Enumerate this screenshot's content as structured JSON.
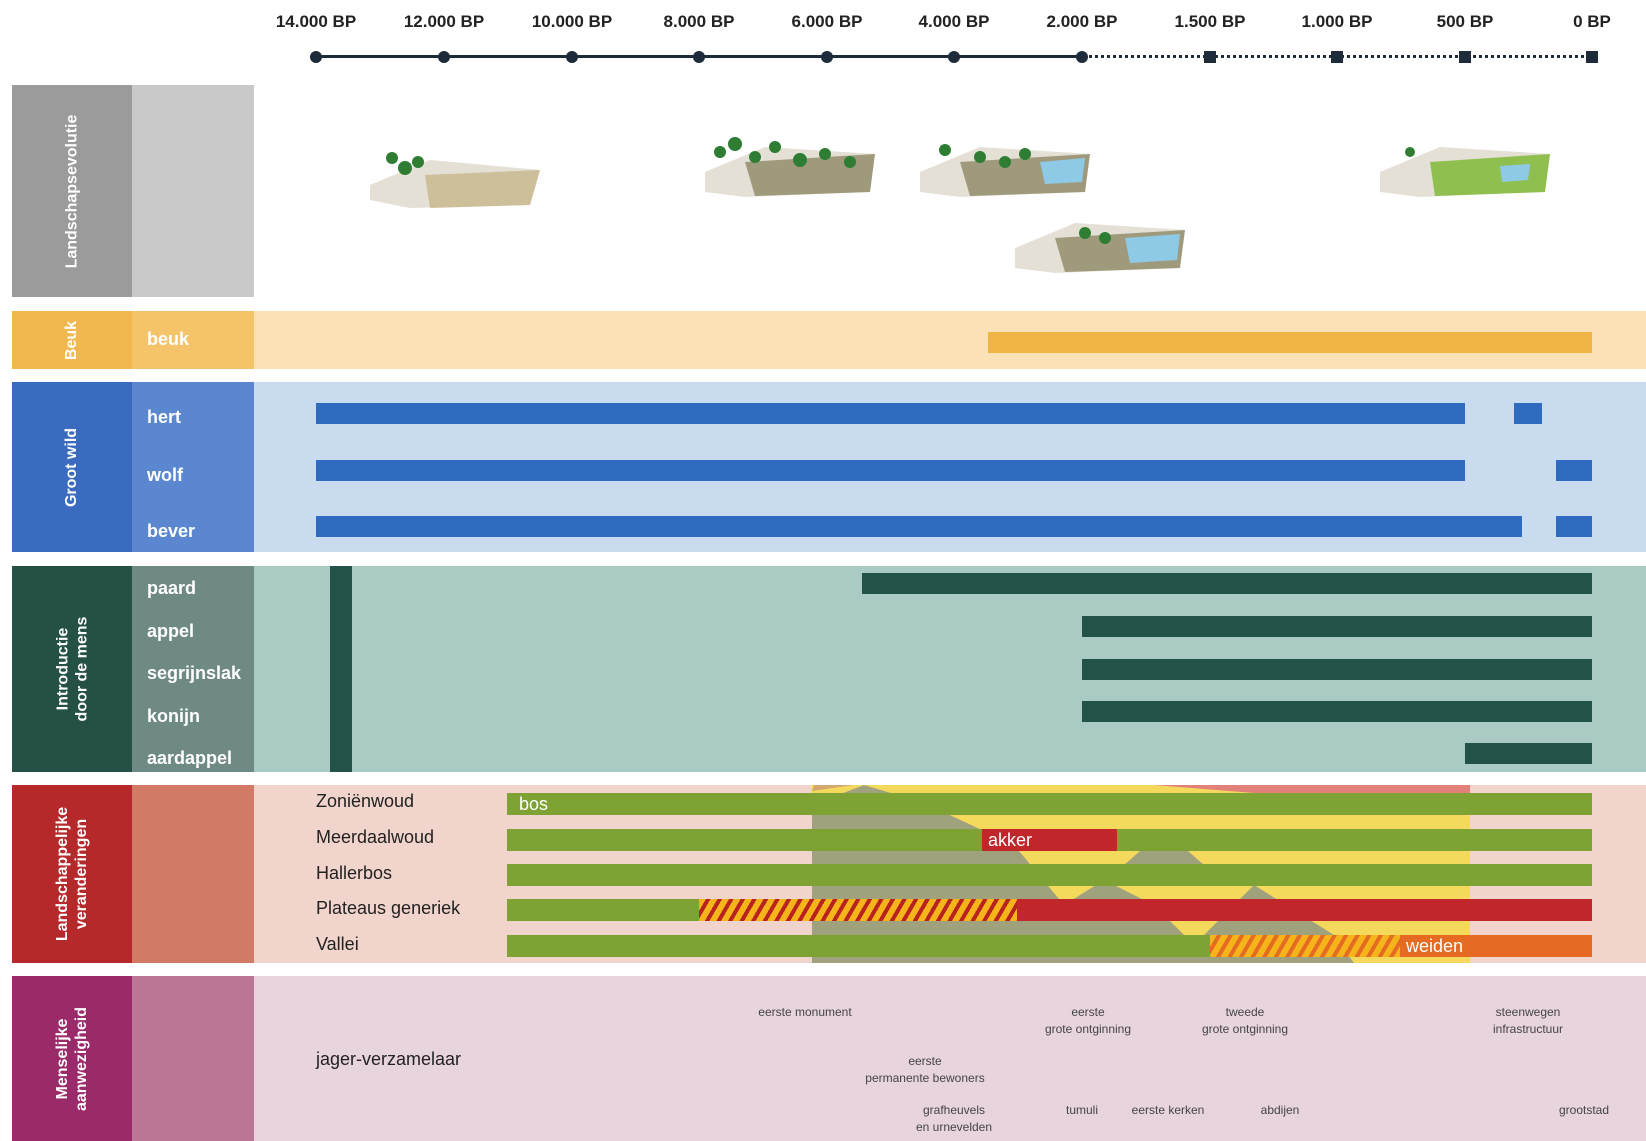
{
  "timeline": {
    "ticks": [
      "14.000 BP",
      "12.000 BP",
      "10.000 BP",
      "8.000 BP",
      "6.000 BP",
      "4.000 BP",
      "2.000 BP",
      "1.500 BP",
      "1.000 BP",
      "500 BP",
      "0 BP"
    ]
  },
  "sections": {
    "landschap": {
      "title": "Landschapsevolutie"
    },
    "beuk": {
      "title": "Beuk",
      "rows": [
        "beuk"
      ]
    },
    "wild": {
      "title": "Groot wild",
      "rows": [
        "hert",
        "wolf",
        "bever"
      ]
    },
    "intro": {
      "title_line1": "Introductie",
      "title_line2": "door de mens",
      "rows": [
        "paard",
        "appel",
        "segrijnslak",
        "konijn",
        "aardappel"
      ]
    },
    "lands": {
      "title_line1": "Landschappelijke",
      "title_line2": "veranderingen",
      "rows": [
        "Zoniënwoud",
        "Meerdaalwoud",
        "Hallerbos",
        "Plateaus generiek",
        "Vallei"
      ],
      "labels": {
        "bos": "bos",
        "akker": "akker",
        "weiden": "weiden"
      }
    },
    "mens": {
      "title_line1": "Menselijke",
      "title_line2": "aanwezigheid",
      "main": "jager-verzamelaar",
      "notes": {
        "monument": "eerste monument",
        "ontginning1_a": "eerste",
        "ontginning1_b": "grote ontginning",
        "ontginning2_a": "tweede",
        "ontginning2_b": "grote ontginning",
        "steen_a": "steenwegen",
        "steen_b": "infrastructuur",
        "perm_a": "eerste",
        "perm_b": "permanente bewoners",
        "graf_a": "grafheuvels",
        "graf_b": "en urnevelden",
        "tumuli": "tumuli",
        "kerken": "eerste kerken",
        "abdijen": "abdijen",
        "grootstad": "grootstad"
      }
    }
  },
  "colors": {
    "timeline": "#1d2b3a",
    "grey_dark": "#9b9b9b",
    "grey_light": "#c9c9c9",
    "beuk_dark": "#f0b84f",
    "beuk_light": "#fbe1b6",
    "beuk_bar": "#f1b546",
    "wild_dark": "#3a6bbf",
    "wild_mid": "#5a87cf",
    "wild_light": "#c9dbee",
    "wild_bar": "#2f6cbf",
    "intro_dark": "#255045",
    "intro_mid": "#6f8a84",
    "intro_light": "#a9cbc3",
    "intro_bar": "#235248",
    "lands_dark": "#b5292a",
    "lands_mid": "#d17b66",
    "lands_light": "#f1d4cb",
    "green": "#7ea233",
    "red": "#c0262a",
    "orange": "#e56a22",
    "yellow": "#f5d95d",
    "mens_dark": "#9a2a6a",
    "mens_mid": "#b97795",
    "mens_light": "#e8d4df"
  }
}
